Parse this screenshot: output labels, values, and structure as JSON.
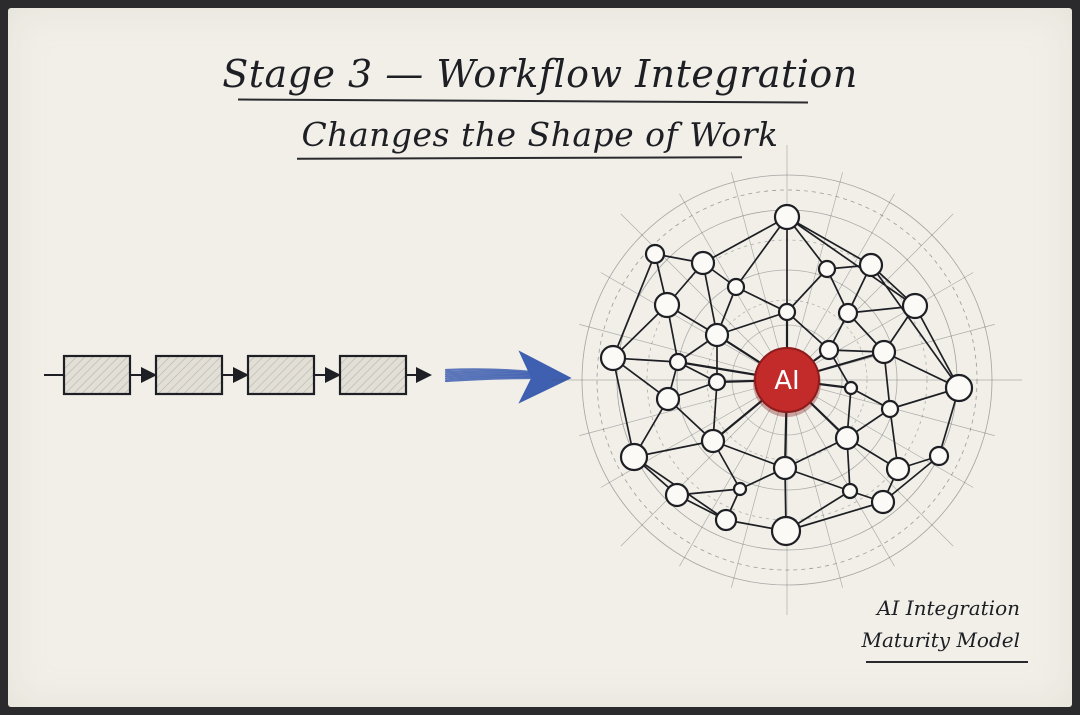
{
  "title": {
    "line1": "Stage 3 — Workflow Integration",
    "line2": "Changes the Shape of Work"
  },
  "badge": {
    "line1": "AI Integration",
    "line2": "Maturity Model"
  },
  "hub": {
    "label": "AI",
    "color": "#c32a2a"
  },
  "linear_process": {
    "step_count": 4
  },
  "arrow": {
    "color": "#3f5fb0"
  },
  "colors": {
    "ink": "#1e1f24",
    "paper": "#f1efe8",
    "box_fill": "#dedbd3"
  }
}
